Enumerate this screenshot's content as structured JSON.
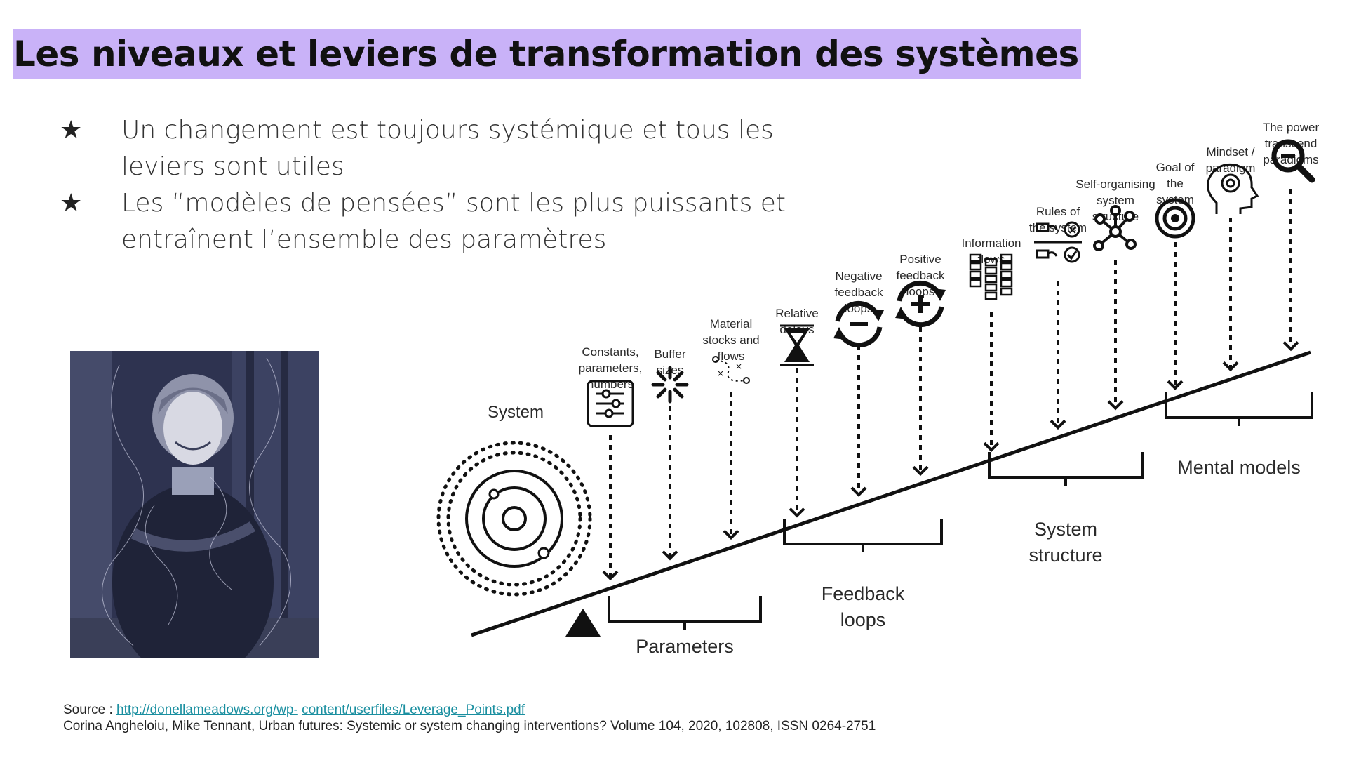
{
  "slide": {
    "title": "Les niveaux et leviers de transformation des systèmes",
    "bullets": [
      {
        "line1": "Un changement est toujours systémique et tous les",
        "line2": "leviers sont utiles"
      },
      {
        "line1": "Les “modèles de pensées” sont les plus puissants et",
        "line2": "entraînent l’ensemble des paramètres"
      }
    ],
    "bullet_icon": "star-icon"
  },
  "diagram": {
    "system_label": "System",
    "levers": [
      {
        "lines": [
          "Constants,",
          "parameters,",
          "numbers"
        ],
        "icon": "sliders-icon"
      },
      {
        "lines": [
          "Buffer",
          "sizes"
        ],
        "icon": "burst-icon"
      },
      {
        "lines": [
          "Material",
          "stocks and",
          "flows"
        ],
        "icon": "flow-path-icon"
      },
      {
        "lines": [
          "Relative",
          "delays"
        ],
        "icon": "hourglass-icon"
      },
      {
        "lines": [
          "Negative",
          "feedback",
          "loops"
        ],
        "icon": "minus-cycle-icon"
      },
      {
        "lines": [
          "Positive",
          "feedback",
          "loops"
        ],
        "icon": "plus-cycle-icon"
      },
      {
        "lines": [
          "Information",
          "flows"
        ],
        "icon": "grid-blocks-icon"
      },
      {
        "lines": [
          "Rules of",
          "the system"
        ],
        "icon": "rules-hands-icon"
      },
      {
        "lines": [
          "Self-organising",
          "system",
          "structure"
        ],
        "icon": "network-nodes-icon"
      },
      {
        "lines": [
          "Goal of",
          "the",
          "system"
        ],
        "icon": "target-icon"
      },
      {
        "lines": [
          "Mindset /",
          "paradigm"
        ],
        "icon": "head-brain-icon"
      },
      {
        "lines": [
          "The power",
          "transcend",
          "paradigms"
        ],
        "icon": "magnifier-icon"
      }
    ],
    "groups": [
      {
        "lines": [
          "Parameters"
        ]
      },
      {
        "lines": [
          "Feedback",
          "loops"
        ]
      },
      {
        "lines": [
          "System",
          "structure"
        ]
      },
      {
        "lines": [
          "Mental models"
        ]
      }
    ]
  },
  "footer": {
    "source_prefix": "Source : ",
    "source_link1": "http://donellameadows.org/wp-",
    "source_link2": "content/userfiles/Leverage_Points.pdf",
    "citation": "Corina Angheloiu, Mike Tennant, Urban futures: Systemic or system changing interventions?  Volume 104, 2020, 102808, ISSN 0264-2751"
  },
  "photo": {
    "description_icon": "portrait-photo-icon"
  }
}
